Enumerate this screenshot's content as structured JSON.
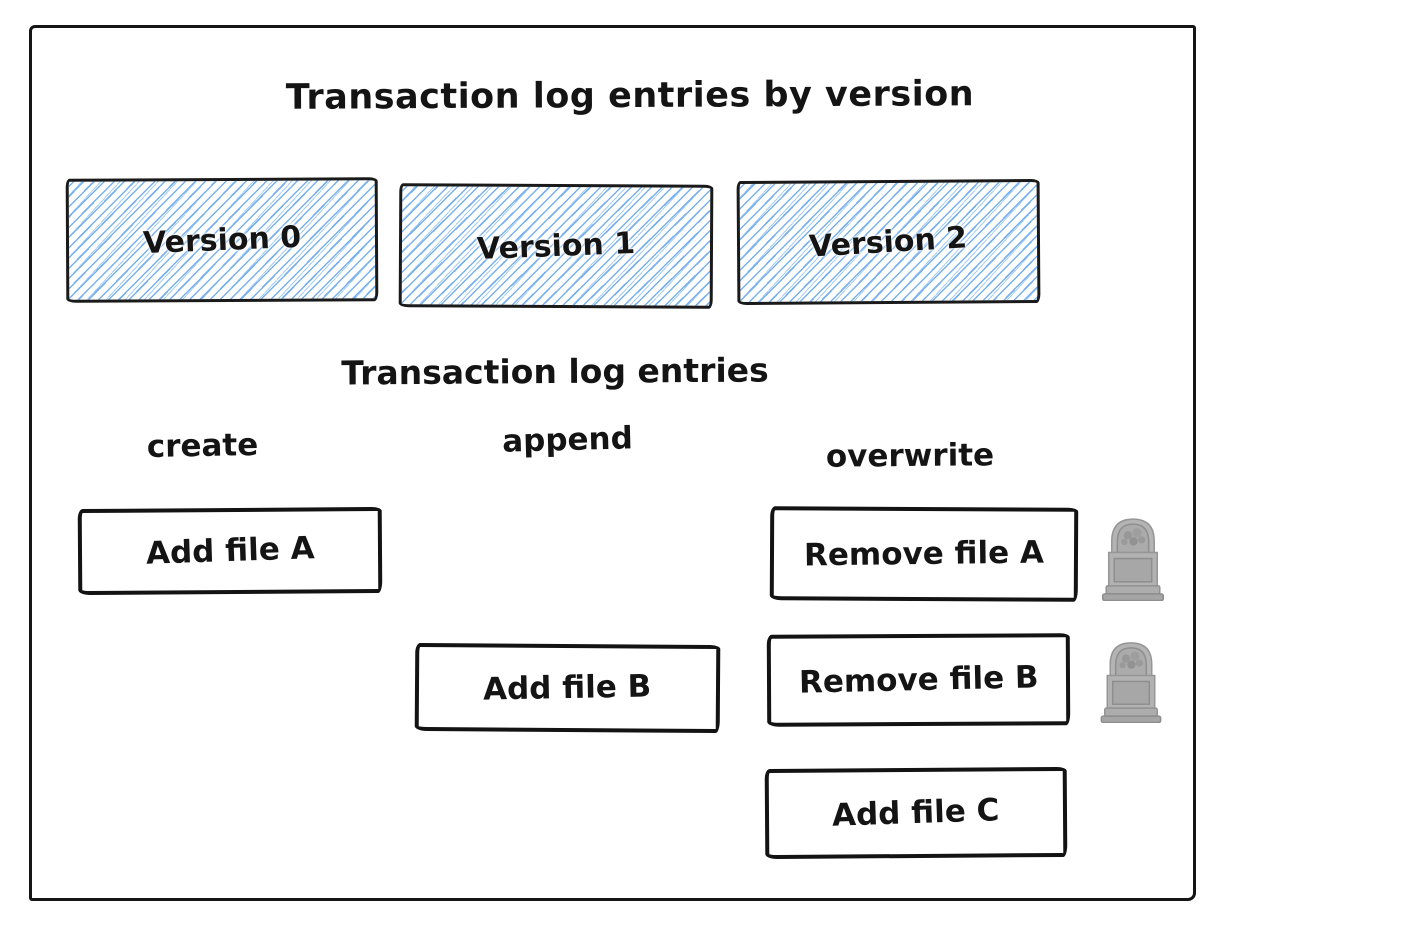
{
  "diagram": {
    "title": "Transaction log entries by version",
    "subtitle": "Transaction log entries",
    "versions": [
      {
        "label": "Version 0"
      },
      {
        "label": "Version 1"
      },
      {
        "label": "Version 2"
      }
    ],
    "columns": [
      {
        "label": "create"
      },
      {
        "label": "append"
      },
      {
        "label": "overwrite"
      }
    ],
    "entries": [
      {
        "label": "Add file A",
        "column": "create",
        "row": 1,
        "tombstone": false
      },
      {
        "label": "Remove file A",
        "column": "overwrite",
        "row": 1,
        "tombstone": true
      },
      {
        "label": "Add file B",
        "column": "append",
        "row": 2,
        "tombstone": false
      },
      {
        "label": "Remove file B",
        "column": "overwrite",
        "row": 2,
        "tombstone": true
      },
      {
        "label": "Add file C",
        "column": "overwrite",
        "row": 3,
        "tombstone": false
      }
    ],
    "icons": {
      "tombstone": "tombstone-icon"
    },
    "colors": {
      "hatch_blue": "#79b1ee",
      "stroke": "#151515",
      "tombstone_gray": "#b0b0b0"
    }
  }
}
